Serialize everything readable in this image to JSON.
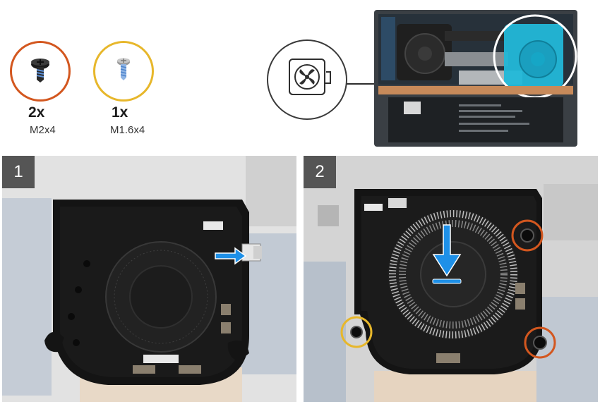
{
  "legend": {
    "screws": [
      {
        "qty": "2x",
        "size": "M2x4",
        "ring_color": "#d3571f"
      },
      {
        "qty": "1x",
        "size": "M1.6x4",
        "ring_color": "#e7b72b"
      }
    ]
  },
  "steps": [
    {
      "number": "1"
    },
    {
      "number": "2"
    }
  ],
  "colors": {
    "highlight": "#22b8d8",
    "arrow": "#1e90e8",
    "orange_ring": "#d3571f",
    "yellow_ring": "#e7b72b"
  }
}
